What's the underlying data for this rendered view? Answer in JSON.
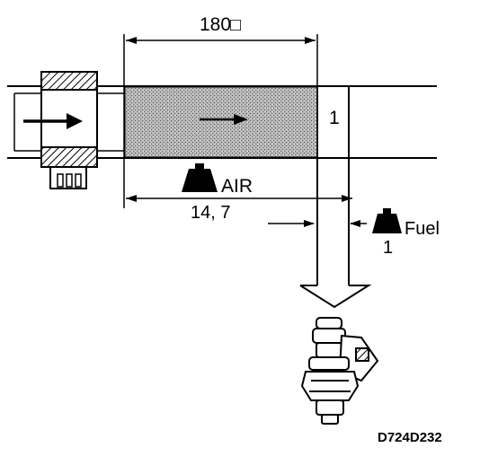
{
  "diagram": {
    "dimension_top": "180",
    "dimension_top_box": "□",
    "ratio_right": "1",
    "air_label": "AIR",
    "air_ratio": "14, 7",
    "fuel_label": "Fuel",
    "fuel_ratio": "1",
    "figure_code": "D724D232",
    "icons": {
      "air_weight": "weight-icon",
      "fuel_weight": "weight-icon",
      "air_meter": "air-flow-sensor-icon",
      "injector": "fuel-injector-icon"
    },
    "colors": {
      "ink": "#000000",
      "paper": "#ffffff",
      "stipple": "#9a9a9a"
    }
  }
}
